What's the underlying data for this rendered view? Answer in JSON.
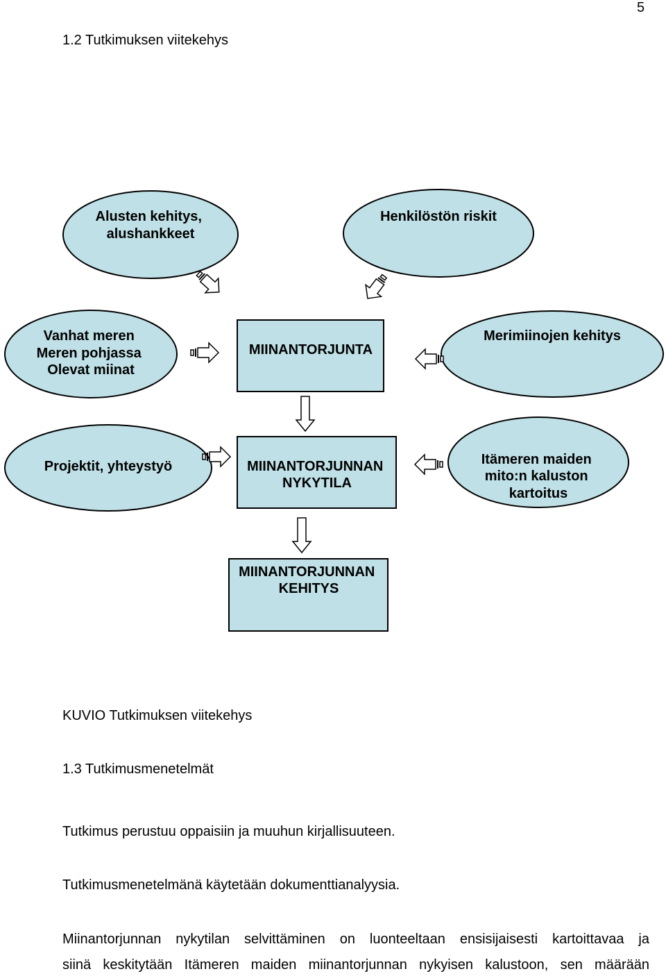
{
  "page": {
    "number": "5"
  },
  "section_1_2": {
    "heading": "1.2 Tutkimuksen viitekehys"
  },
  "diagram": {
    "nodes": {
      "alusten": [
        "Alusten kehitys,",
        "alushankkeet"
      ],
      "henkilosto": [
        "Henkilöstön riskit"
      ],
      "vanhat": [
        "Vanhat meren",
        "Meren pohjassa",
        "Olevat miinat"
      ],
      "miinantorjunta": [
        "MIINANTORJUNTA"
      ],
      "merimiinojen": [
        "Merimiinojen kehitys"
      ],
      "projektit": [
        "Projektit, yhteystyö"
      ],
      "nykytila": [
        "MIINANTORJUNNAN",
        "NYKYTILA"
      ],
      "itameren": [
        "Itämeren maiden",
        "mito:n kaluston",
        "kartoitus"
      ],
      "kehitys": [
        "MIINANTORJUNNAN",
        "KEHITYS"
      ]
    },
    "colors": {
      "fill": "#bfe0e6",
      "stroke": "#000000"
    }
  },
  "caption": {
    "text": "KUVIO  Tutkimuksen viitekehys"
  },
  "section_1_3": {
    "heading": "1.3 Tutkimusmenetelmät",
    "p1": "Tutkimus perustuu oppaisiin ja muuhun kirjallisuuteen.",
    "p2": "Tutkimusmenetelmänä käytetään dokumenttianalyysia.",
    "p3_line1": "Miinantorjunnan nykytilan selvittäminen on luonteeltaan ensisijaisesti kartoittavaa ja",
    "p3_line2": "siinä keskitytään Itämeren maiden miinantorjunnan nykyisen kalustoon, sen määrään"
  }
}
